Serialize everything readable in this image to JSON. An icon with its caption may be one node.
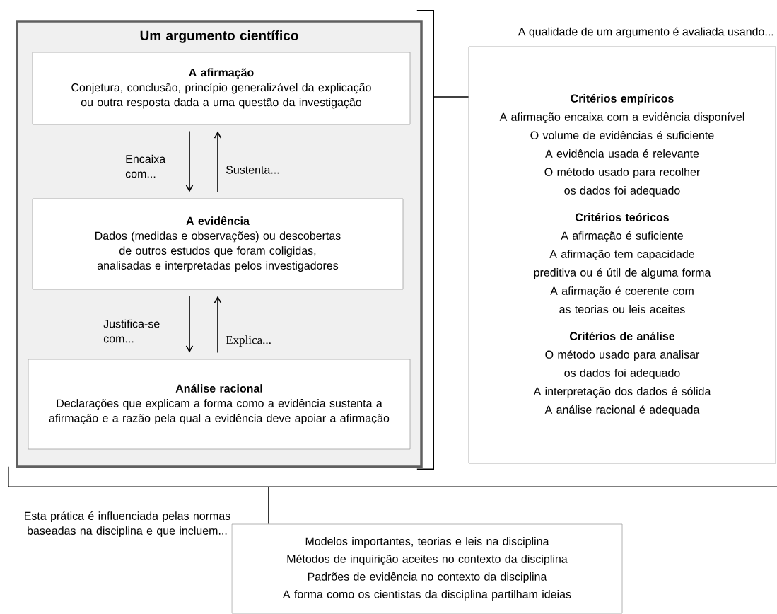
{
  "diagram": {
    "nodes": [
      {
        "text": [
          "Um argumento científico"
        ]
      },
      {
        "text": [
          "A afirmação",
          "Conjetura, conclusão, princípio generalizável da explicação ou outra resposta dada a uma questão da investigação"
        ],
        "in": 0
      },
      {
        "text": [
          "A evidência",
          "Dados (medidas e observações) ou descobertas de outros estudos que foram coligidas, analisadas e interpretadas pelos investigadores"
        ],
        "in": 0
      },
      {
        "text": [
          "Análise racional",
          "Declarações que explicam a forma como a evidência sustenta a afirmação e a razão pela qual a evidência deve apoiar a afirmação"
        ],
        "in": 0
      },
      {
        "text": [],
        "shape": "bracket"
      },
      {
        "text": [
          "Critérios empíricos",
          "A afirmação encaixa com a evidência disponível",
          "O volume de evidências é suficiente",
          "A evidência usada é relevante",
          "O método usado para recolher os dados foi adequado",
          "Critérios teóricos",
          "A afirmação é suficiente",
          "A afirmação tem capacidade preditiva ou é útil de alguma forma",
          "A afirmação é coerente com as teorias ou leis aceites",
          "Critérios de análise",
          "O método usado para analisar os dados foi adequado",
          "A interpretação dos dados é sólida",
          "A análise racional é adequada"
        ]
      },
      {
        "text": [],
        "shape": "bracket"
      },
      {
        "text": [
          "Modelos importantes, teorias e leis na disciplina",
          "Métodos de inquirição aceites no contexto da disciplina",
          "Padrões de evidência no contexto da disciplina",
          "A forma como os cientistas da disciplina partilham ideias"
        ]
      }
    ],
    "edges": [
      {
        "from": 1,
        "to": 2,
        "arrow": "to",
        "label": "Encaixa com..."
      },
      {
        "from": 2,
        "to": 1,
        "arrow": "to",
        "label": "Sustenta..."
      },
      {
        "from": 2,
        "to": 3,
        "arrow": "to",
        "label": "Justifica-se com..."
      },
      {
        "from": 3,
        "to": 2,
        "arrow": "to",
        "label": "Explica..."
      },
      {
        "from": 4,
        "to": 5,
        "arrow": "none"
      },
      {
        "from": 6,
        "to": 7,
        "arrow": "none"
      }
    ],
    "labels": [
      "A qualidade de um argumento é avaliada usando...",
      "Esta prática é influenciada pelas normas baseadas na disciplina e que incluem..."
    ]
  }
}
